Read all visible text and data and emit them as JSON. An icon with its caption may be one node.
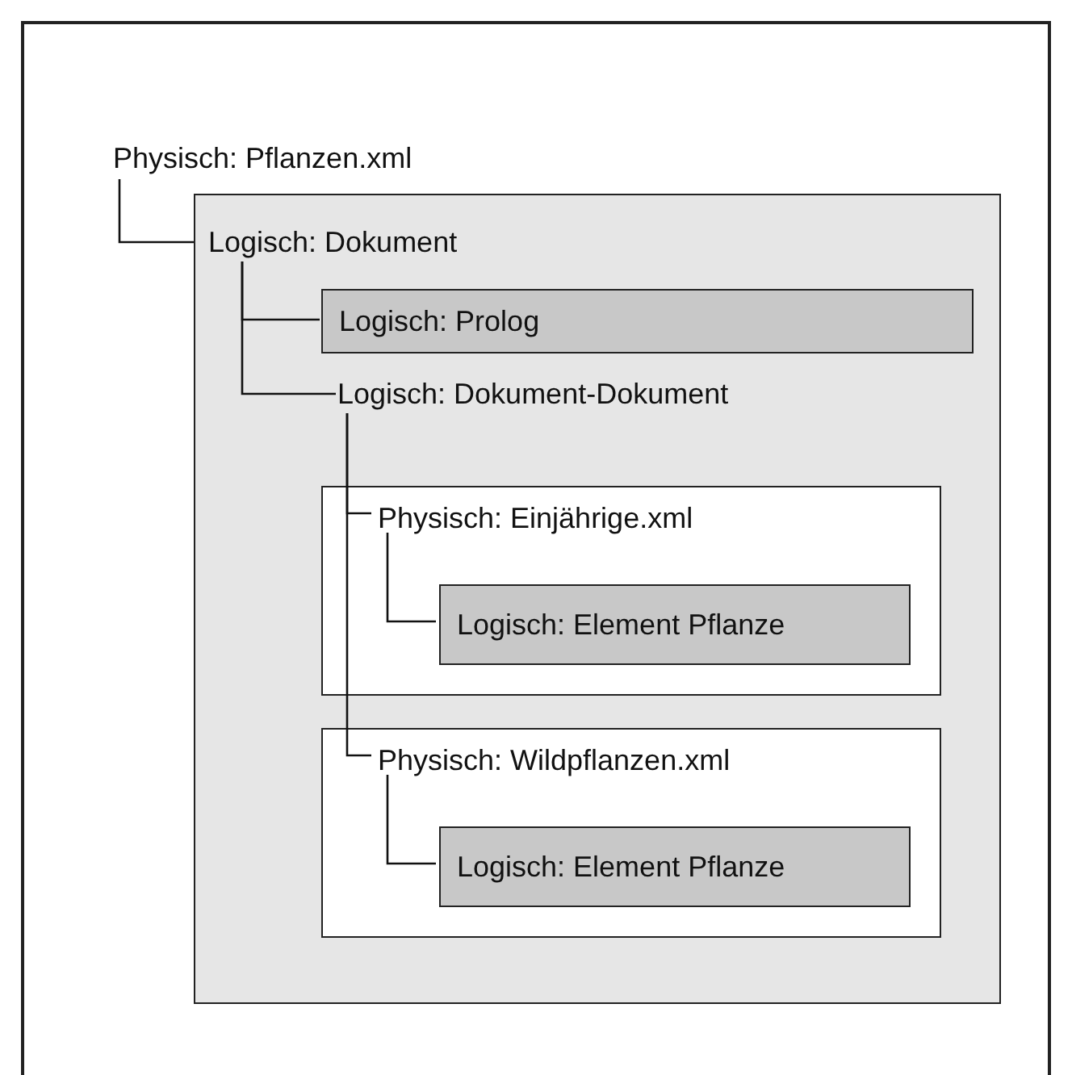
{
  "diagram": {
    "nodes": [
      {
        "text": [
          "Physisch: Pflanzen.xml"
        ]
      },
      {
        "text": [
          "Logisch: Dokument"
        ]
      },
      {
        "text": [
          "Logisch: Prolog"
        ],
        "in": 1
      },
      {
        "text": [
          "Logisch: Dokument-Dokument"
        ],
        "in": 1
      },
      {
        "text": [
          "Physisch: Einjährige.xml"
        ],
        "in": 1
      },
      {
        "text": [
          "Logisch: Element Pflanze"
        ],
        "in": 4
      },
      {
        "text": [
          "Physisch: Wildpflanzen.xml"
        ],
        "in": 1
      },
      {
        "text": [
          "Logisch: Element Pflanze"
        ],
        "in": 6
      }
    ],
    "edges": [
      {
        "from": 0,
        "to": 1,
        "arrow": "none"
      },
      {
        "from": 1,
        "to": 2,
        "arrow": "none"
      },
      {
        "from": 1,
        "to": 3,
        "arrow": "none"
      },
      {
        "from": 3,
        "to": 4,
        "arrow": "none"
      },
      {
        "from": 3,
        "to": 6,
        "arrow": "none"
      },
      {
        "from": 4,
        "to": 5,
        "arrow": "none"
      },
      {
        "from": 6,
        "to": 7,
        "arrow": "none"
      }
    ]
  }
}
